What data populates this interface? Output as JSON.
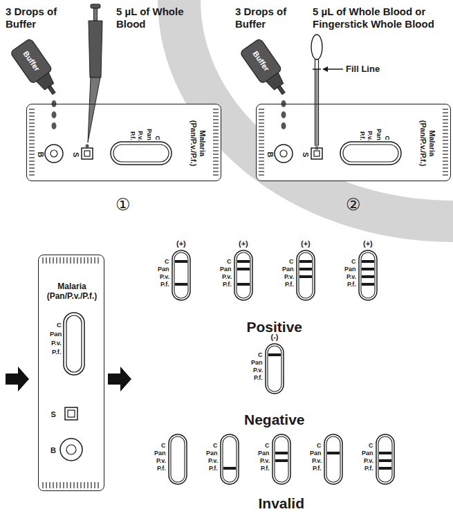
{
  "diagram": {
    "nodes": [
      {
        "text": [
          "B",
          "S",
          "C",
          "Pan",
          "P.v.",
          "P.f.",
          "Malaria (Pan/P.v./P.f.)"
        ]
      },
      {
        "text": [
          "B",
          "S",
          "C",
          "Pan",
          "P.v.",
          "P.f.",
          "Malaria (Pan/P.v./P.f.)"
        ]
      },
      {
        "text": [
          "Malaria (Pan/P.v./P.f.)",
          "C",
          "Pan",
          "P.v.",
          "P.f.",
          "S",
          "B"
        ]
      }
    ],
    "labels": [
      "3 Drops of Buffer",
      "Buffer",
      "5 µL of Whole Blood",
      "①",
      "3 Drops of Buffer",
      "Buffer",
      "5 µL of Whole Blood or Fingerstick Whole Blood",
      "Fill Line",
      "②",
      "(+)",
      "C",
      "Pan",
      "P.v.",
      "P.f.",
      "(+)",
      "C",
      "Pan",
      "P.v.",
      "P.f.",
      "(+)",
      "C",
      "Pan",
      "P.v.",
      "P.f.",
      "(+)",
      "C",
      "Pan",
      "P.v.",
      "P.f.",
      "Positive",
      "(-)",
      "C",
      "Pan",
      "P.v.",
      "P.f.",
      "Negative",
      "C",
      "Pan",
      "P.v.",
      "P.f.",
      "C",
      "Pan",
      "P.v.",
      "P.f.",
      "C",
      "Pan",
      "P.v.",
      "P.f.",
      "C",
      "Pan",
      "P.v.",
      "P.f.",
      "C",
      "Pan",
      "P.v.",
      "P.f.",
      "Invalid"
    ]
  }
}
